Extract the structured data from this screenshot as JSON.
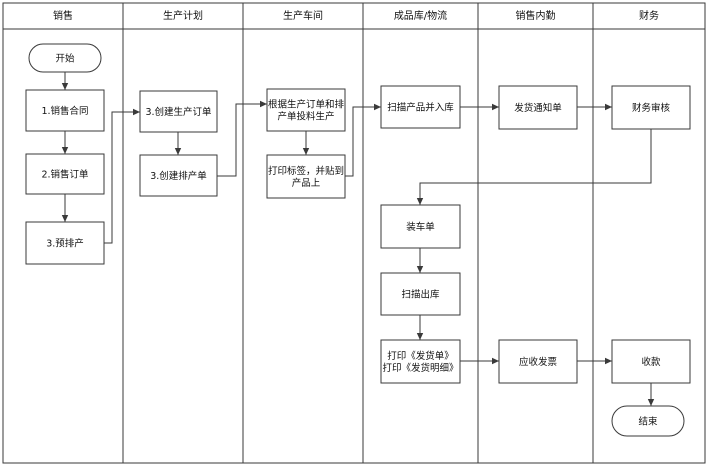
{
  "lanes": [
    {
      "id": "sales",
      "title": "销售"
    },
    {
      "id": "planning",
      "title": "生产计划"
    },
    {
      "id": "workshop",
      "title": "生产车间"
    },
    {
      "id": "warehouse",
      "title": "成品库/物流"
    },
    {
      "id": "sales_office",
      "title": "销售内勤"
    },
    {
      "id": "finance",
      "title": "财务"
    }
  ],
  "nodes": [
    {
      "id": "start",
      "shape": "terminal",
      "lines": [
        "开始"
      ]
    },
    {
      "id": "contract",
      "shape": "process",
      "lines": [
        "1.销售合同"
      ]
    },
    {
      "id": "sales_order",
      "shape": "process",
      "lines": [
        "2.销售订单"
      ]
    },
    {
      "id": "pre_schedule",
      "shape": "process",
      "lines": [
        "3.预排产"
      ]
    },
    {
      "id": "create_prod_order",
      "shape": "process",
      "lines": [
        "3.创建生产订单"
      ]
    },
    {
      "id": "create_schedule",
      "shape": "process",
      "lines": [
        "3.创建排产单"
      ]
    },
    {
      "id": "feed_produce",
      "shape": "process",
      "lines": [
        "根据生产订单和排",
        "产单投料生产"
      ]
    },
    {
      "id": "print_label",
      "shape": "process",
      "lines": [
        "打印标签，并贴到",
        "产品上"
      ]
    },
    {
      "id": "scan_in",
      "shape": "process",
      "lines": [
        "扫描产品并入库"
      ]
    },
    {
      "id": "delivery_notice",
      "shape": "process",
      "lines": [
        "发货通知单"
      ]
    },
    {
      "id": "finance_review",
      "shape": "process",
      "lines": [
        "财务审核"
      ]
    },
    {
      "id": "loading",
      "shape": "process",
      "lines": [
        "装车单"
      ]
    },
    {
      "id": "scan_out",
      "shape": "process",
      "lines": [
        "扫描出库"
      ]
    },
    {
      "id": "print_docs",
      "shape": "process",
      "lines": [
        "打印《发货单》",
        "打印《发货明细》"
      ]
    },
    {
      "id": "invoice",
      "shape": "process",
      "lines": [
        "应收发票"
      ]
    },
    {
      "id": "collection",
      "shape": "process",
      "lines": [
        "收款"
      ]
    },
    {
      "id": "end",
      "shape": "terminal",
      "lines": [
        "结束"
      ]
    }
  ],
  "edges": [
    {
      "from": "start",
      "to": "contract"
    },
    {
      "from": "contract",
      "to": "sales_order"
    },
    {
      "from": "sales_order",
      "to": "pre_schedule"
    },
    {
      "from": "pre_schedule",
      "to": "create_prod_order"
    },
    {
      "from": "create_prod_order",
      "to": "create_schedule"
    },
    {
      "from": "create_schedule",
      "to": "feed_produce"
    },
    {
      "from": "feed_produce",
      "to": "print_label"
    },
    {
      "from": "print_label",
      "to": "scan_in"
    },
    {
      "from": "scan_in",
      "to": "delivery_notice"
    },
    {
      "from": "delivery_notice",
      "to": "finance_review"
    },
    {
      "from": "finance_review",
      "to": "loading"
    },
    {
      "from": "loading",
      "to": "scan_out"
    },
    {
      "from": "scan_out",
      "to": "print_docs"
    },
    {
      "from": "print_docs",
      "to": "invoice"
    },
    {
      "from": "invoice",
      "to": "collection"
    },
    {
      "from": "collection",
      "to": "end"
    }
  ],
  "colors": {
    "line": "#3a3a3a",
    "fill": "#ffffff",
    "text": "#111111"
  }
}
